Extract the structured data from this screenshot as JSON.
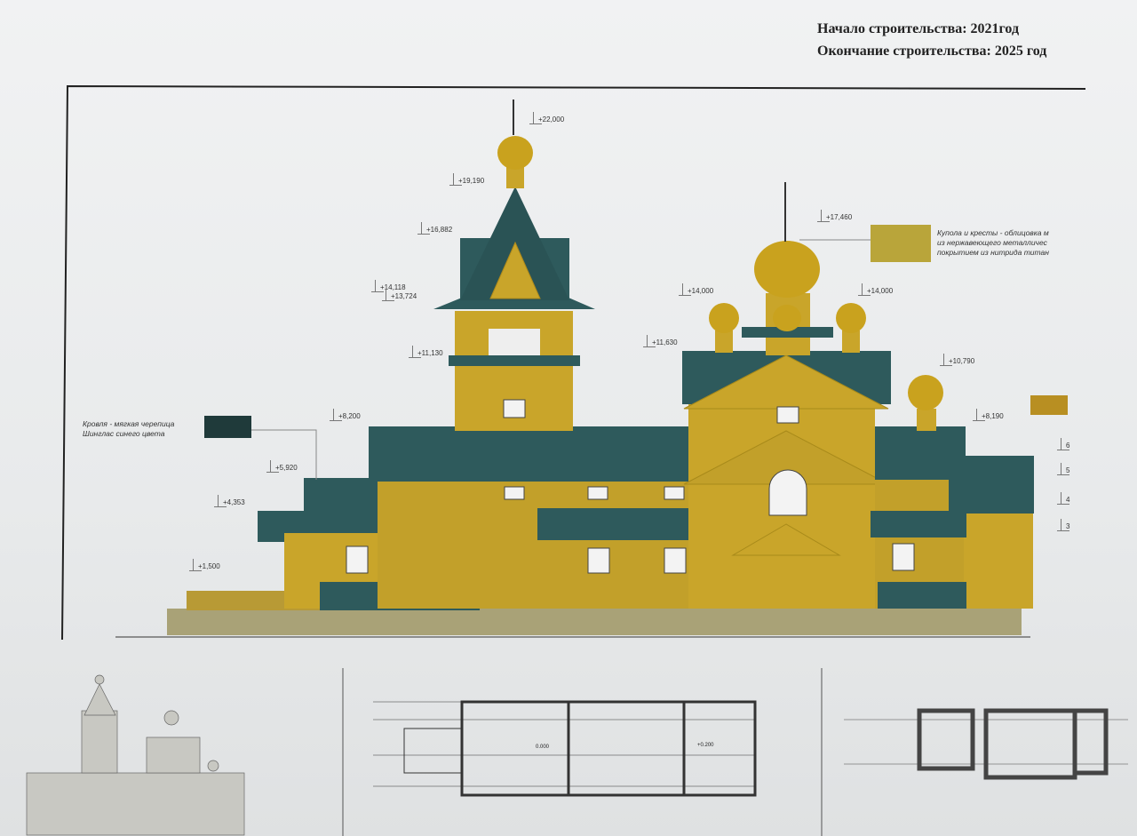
{
  "header": {
    "start": "Начало строительства: 2021год",
    "end": "Окончание строительства: 2025 год"
  },
  "notes": {
    "domes": [
      "Купола и кресты - облицовка м",
      "из нержавеющего металличес",
      "покрытием из нитрида титан"
    ],
    "roof": [
      "Кровля - мягкая черепица",
      "Шинглас синего цвета"
    ]
  },
  "elevation_marks": {
    "m22000": "+22,000",
    "m19190": "+19,190",
    "m16882": "+16,882",
    "m14118": "+14,118",
    "m13724": "+13,724",
    "m11130": "+11,130",
    "m8200": "+8,200",
    "m5920": "+5,920",
    "m4353": "+4,353",
    "m1500": "+1,500",
    "m17460": "+17,460",
    "m14000a": "+14,000",
    "m14000b": "+14,000",
    "m11630": "+11,630",
    "m10790": "+10,790",
    "m8190": "+8,190"
  },
  "axis_marks": [
    "6",
    "5",
    "4",
    "3"
  ],
  "plan": {
    "level1": "0.000",
    "level2": "+0.200"
  },
  "colors": {
    "logs": "#c9a52a",
    "roof": "#2e5a5c",
    "gold": "#c9a21e",
    "stone": "#a9a277",
    "line": "#222222"
  }
}
